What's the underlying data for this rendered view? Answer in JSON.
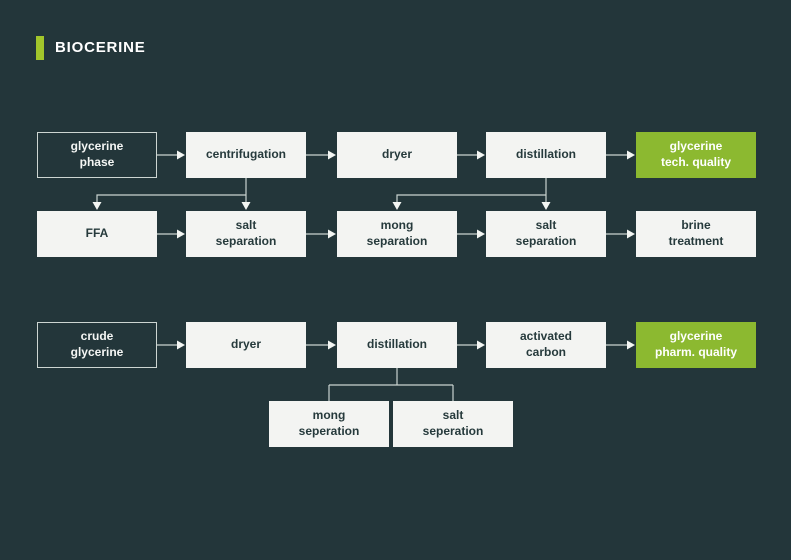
{
  "title": {
    "label": "BIOCERINE"
  },
  "colors": {
    "background": "#23363a",
    "box_white": "#f3f4f2",
    "box_green": "#8cb930",
    "title_bar_green": "#a2c62b",
    "outline_border": "#cdd6d2",
    "text_dark": "#263a3c",
    "text_light": "#ffffff",
    "connector_line": "#c9d3cf"
  },
  "rows": {
    "r1": [
      {
        "label": "glycerine\nphase",
        "style": "outline"
      },
      {
        "label": "centrifugation",
        "style": "white"
      },
      {
        "label": "dryer",
        "style": "white"
      },
      {
        "label": "distillation",
        "style": "white"
      },
      {
        "label": "glycerine\ntech. quality",
        "style": "green"
      }
    ],
    "r2": [
      {
        "label": "FFA",
        "style": "white"
      },
      {
        "label": "salt\nseparation",
        "style": "white"
      },
      {
        "label": "mong\nseparation",
        "style": "white"
      },
      {
        "label": "salt\nseparation",
        "style": "white"
      },
      {
        "label": "brine\ntreatment",
        "style": "white"
      }
    ],
    "r3": [
      {
        "label": "crude\nglycerine",
        "style": "outline"
      },
      {
        "label": "dryer",
        "style": "white"
      },
      {
        "label": "distillation",
        "style": "white"
      },
      {
        "label": "activated\ncarbon",
        "style": "white"
      },
      {
        "label": "glycerine\npharm. quality",
        "style": "green"
      }
    ],
    "r4": [
      {
        "label": "mong\nseperation",
        "style": "white"
      },
      {
        "label": "salt\nseperation",
        "style": "white"
      }
    ]
  },
  "edges": [
    {
      "from": "glycerine phase",
      "to": "centrifugation"
    },
    {
      "from": "centrifugation",
      "to": "dryer"
    },
    {
      "from": "dryer",
      "to": "distillation"
    },
    {
      "from": "distillation",
      "to": "glycerine tech. quality"
    },
    {
      "from": "centrifugation",
      "to": "FFA"
    },
    {
      "from": "centrifugation",
      "to": "salt separation"
    },
    {
      "from": "distillation",
      "to": "mong separation"
    },
    {
      "from": "distillation",
      "to": "salt separation"
    },
    {
      "from": "FFA",
      "to": "salt separation"
    },
    {
      "from": "salt separation",
      "to": "mong separation"
    },
    {
      "from": "mong separation",
      "to": "salt separation"
    },
    {
      "from": "salt separation",
      "to": "brine treatment"
    },
    {
      "from": "crude glycerine",
      "to": "dryer"
    },
    {
      "from": "dryer",
      "to": "distillation"
    },
    {
      "from": "distillation",
      "to": "activated carbon"
    },
    {
      "from": "activated carbon",
      "to": "glycerine pharm. quality"
    },
    {
      "from": "distillation",
      "to": "mong seperation"
    },
    {
      "from": "distillation",
      "to": "salt seperation"
    }
  ]
}
